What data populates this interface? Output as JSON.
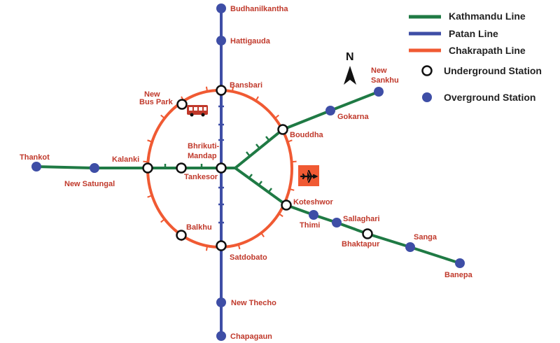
{
  "colors": {
    "kathmandu_line": "#1f7a44",
    "patan_line": "#3e4ea6",
    "chakrapath_line": "#f05a33",
    "station_label": "#c0392b",
    "overground_fill": "#3e4ea6",
    "airport_bg": "#f05a33"
  },
  "legend": {
    "kathmandu_line": "Kathmandu Line",
    "patan_line": "Patan Line",
    "chakrapath_line": "Chakrapath Line",
    "underground_station": "Underground Station",
    "overground_station": "Overground Station"
  },
  "north_label": "N",
  "icons": {
    "bus": "bus-icon",
    "airport": "airplane-icon",
    "north": "north-arrow-icon"
  },
  "stations": {
    "budhanilkantha": "Budhanilkantha",
    "hattigauda": "Hattigauda",
    "bansbari": "Bansbari",
    "new_bus_park_1": "New",
    "new_bus_park_2": "Bus Park",
    "new_sankhu_1": "New",
    "new_sankhu_2": "Sankhu",
    "gokarna": "Gokarna",
    "bouddha": "Bouddha",
    "thankot": "Thankot",
    "new_satungal": "New Satungal",
    "kalanki": "Kalanki",
    "tankesor": "Tankesor",
    "bhrikuti_1": "Bhrikuti-",
    "bhrikuti_2": "Mandap",
    "koteshwor": "Koteshwor",
    "thimi": "Thimi",
    "sallaghari": "Sallaghari",
    "bhaktapur": "Bhaktapur",
    "sanga": "Sanga",
    "banepa": "Banepa",
    "balkhu": "Balkhu",
    "satdobato": "Satdobato",
    "new_thecho": "New Thecho",
    "chapagaun": "Chapagaun"
  }
}
